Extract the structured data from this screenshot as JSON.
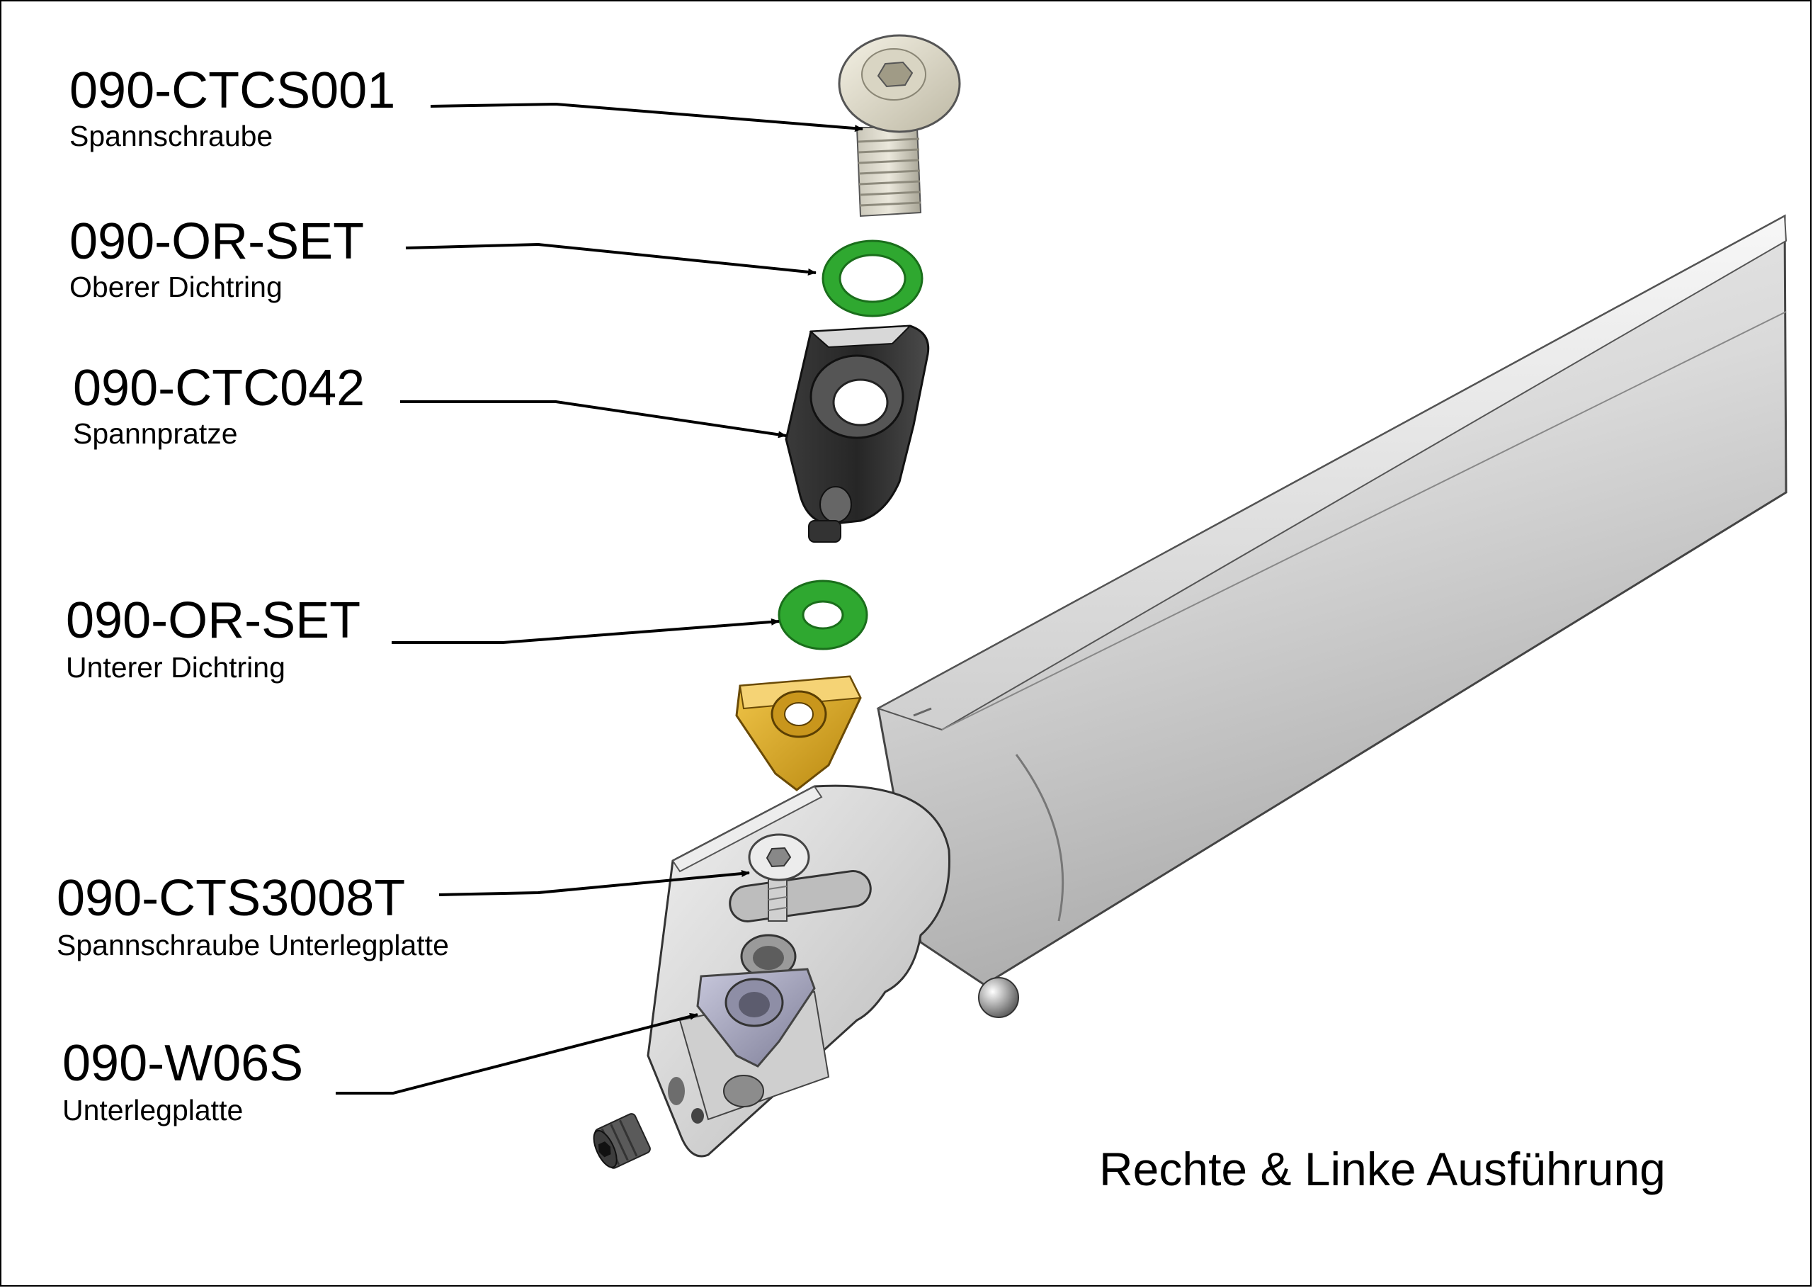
{
  "parts": [
    {
      "code": "090-CTCS001",
      "description": "Spannschraube"
    },
    {
      "code": "090-OR-SET",
      "description": "Oberer Dichtring"
    },
    {
      "code": "090-CTC042",
      "description": "Spannpratze"
    },
    {
      "code": "090-OR-SET",
      "description": "Unterer Dichtring"
    },
    {
      "code": "090-CTS3008T",
      "description": "Spannschraube Unterlegplatte"
    },
    {
      "code": "090-W06S",
      "description": "Unterlegplatte"
    }
  ],
  "variant_note": "Rechte & Linke Ausführung",
  "colors": {
    "line": "#000000",
    "oring_green": "#2fa830",
    "insert_gold": "#d6a520",
    "clamp_black": "#2a2a2a",
    "shim_lilac": "#a8a8c4",
    "bar_grey": "#d8d8d8"
  }
}
